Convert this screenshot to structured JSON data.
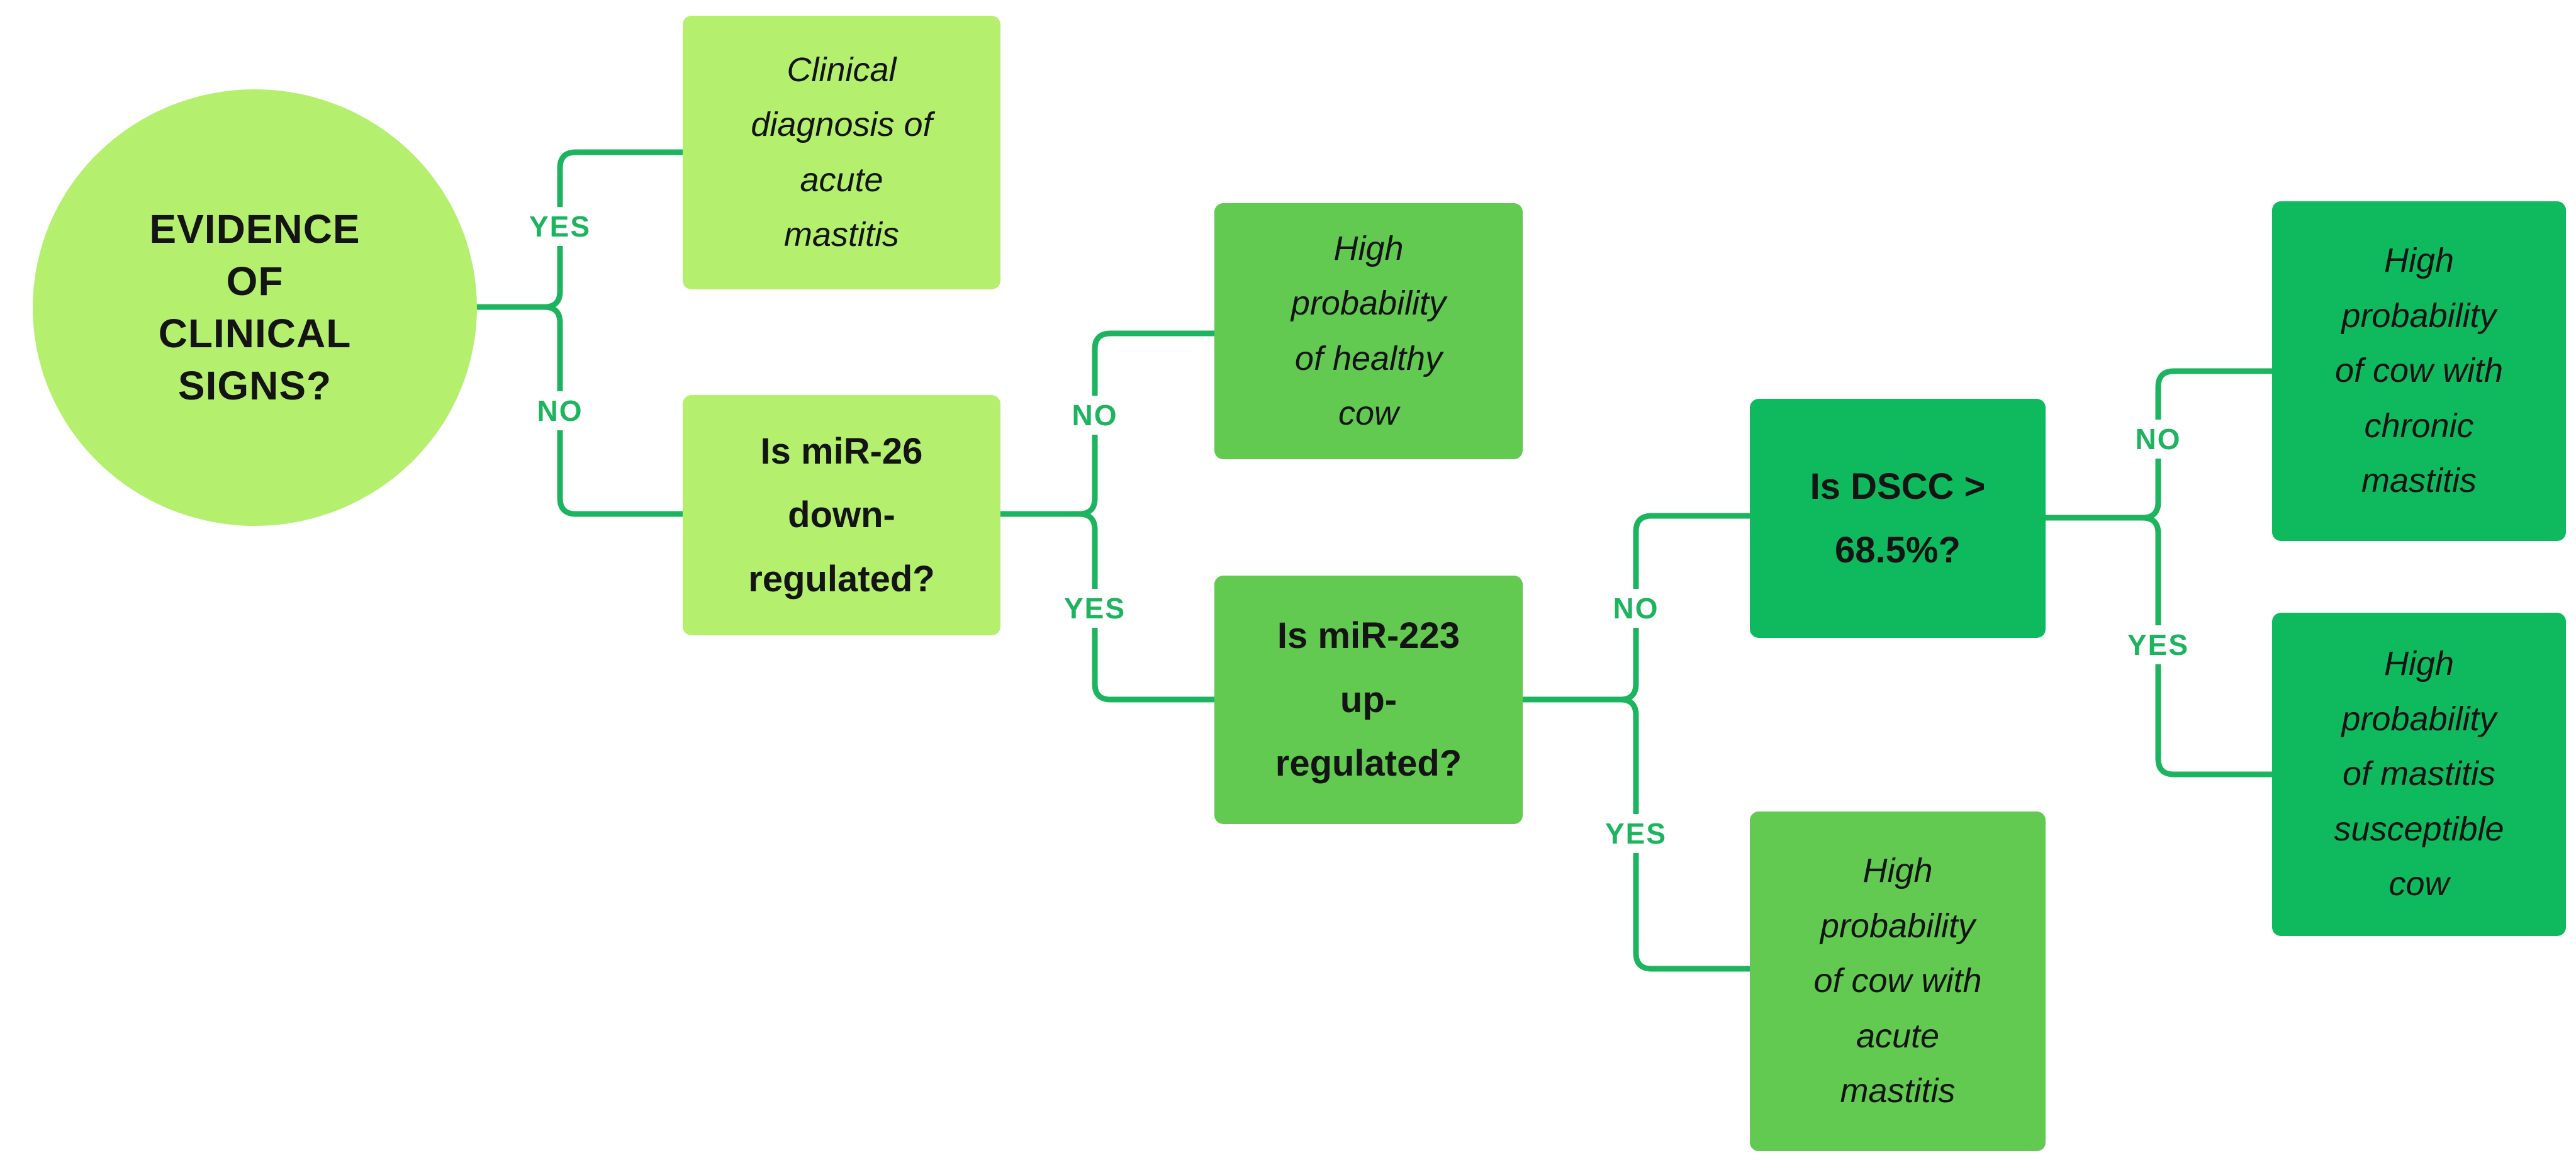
{
  "colors": {
    "light_green": "#b4f06e",
    "mid_green": "#62ca50",
    "emerald_green": "#0fba5e",
    "line_green": "#1db45f",
    "text_dark": "#141414",
    "background": "#ffffff"
  },
  "root": {
    "text": "EVIDENCE\nOF\nCLINICAL\nSIGNS?"
  },
  "nodes": {
    "clinical_diagnosis": {
      "text": "Clinical\ndiagnosis of\nacute\nmastitis"
    },
    "mir26": {
      "text": "Is miR-26\ndown-\nregulated?"
    },
    "healthy_cow": {
      "text": "High\nprobability\nof healthy\ncow"
    },
    "mir223": {
      "text": "Is miR-223\nup-\nregulated?"
    },
    "dscc": {
      "text": "Is DSCC >\n68.5%?"
    },
    "chronic_mastitis": {
      "text": "High\nprobability\nof cow with\nchronic\nmastitis"
    },
    "susceptible_cow": {
      "text": "High\nprobability\nof mastitis\nsusceptible\ncow"
    },
    "acute_mastitis": {
      "text": "High\nprobability\nof cow with\nacute\nmastitis"
    }
  },
  "branch_labels": {
    "yes": "YES",
    "no": "NO"
  }
}
